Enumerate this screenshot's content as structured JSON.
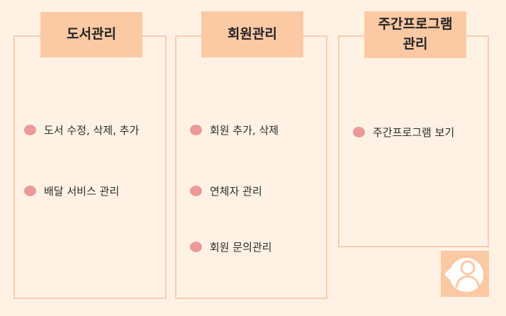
{
  "panels": [
    {
      "title": "도서관리",
      "items": [
        "도서 수정, 삭제, 추가",
        "배달 서비스 관리"
      ]
    },
    {
      "title": "회원관리",
      "items": [
        "회원 추가, 삭제",
        "연체자 관리",
        "회원 문의관리"
      ]
    },
    {
      "title_line1": "주간프로그램",
      "title_line2": "관리",
      "items": [
        "주간프로그램 보기"
      ]
    }
  ],
  "logout": {
    "icon": "user-logout-icon"
  },
  "colors": {
    "background": "#FFF2E4",
    "panel_border": "#F9CDAE",
    "header_fill": "#FCC9A5",
    "bullet": "#EB9A99"
  }
}
